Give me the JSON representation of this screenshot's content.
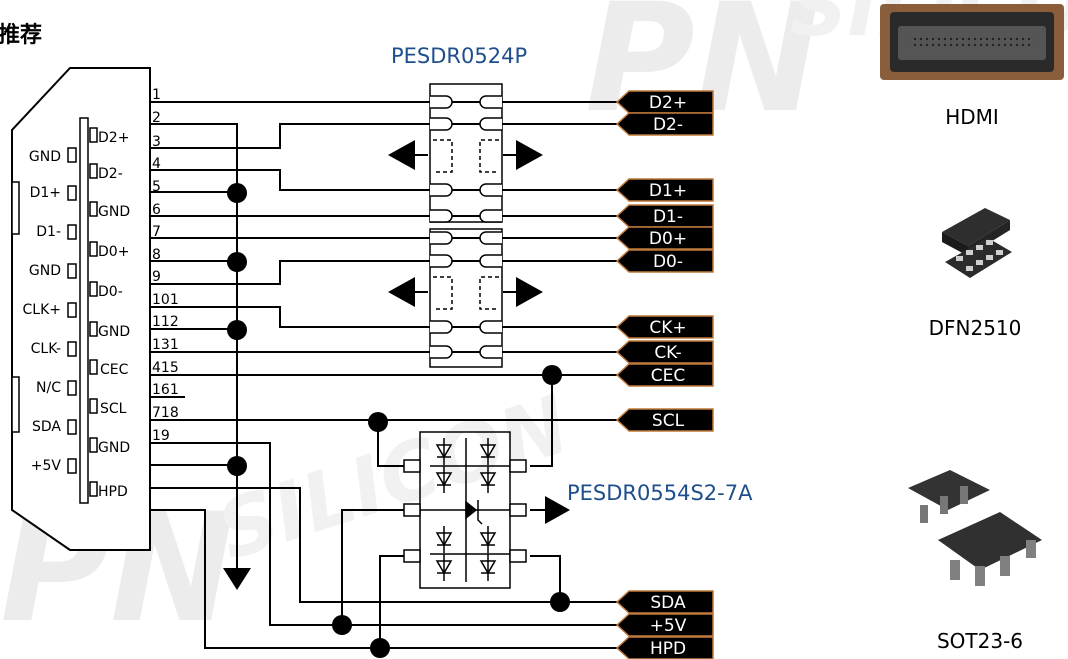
{
  "heading": "推荐",
  "watermarks": [
    "PN",
    "SILICON",
    "PN",
    "SILICON"
  ],
  "connector": {
    "left_labels": [
      "GND",
      "D1+",
      "D1-",
      "GND",
      "CLK+",
      "CLK-",
      "N/C",
      "SDA",
      "+5V"
    ],
    "right_labels": [
      "D2+",
      "D2-",
      "GND",
      "D0+",
      "D0-",
      "GND",
      "CEC",
      "SCL",
      "GND",
      "HPD"
    ],
    "pin_numbers": [
      "1",
      "2",
      "3",
      "4",
      "5",
      "6",
      "7",
      "8",
      "9",
      "101",
      "112",
      "131",
      "415",
      "161",
      "718",
      "19"
    ]
  },
  "chips": {
    "top": "PESDR0524P",
    "bottom": "PESDR0554S2-7A"
  },
  "signals": [
    "D2+",
    "D2-",
    "D1+",
    "D1-",
    "D0+",
    "D0-",
    "CK+",
    "CK-",
    "CEC",
    "SCL",
    "SDA",
    "+5V",
    "HPD"
  ],
  "packages": [
    "HDMI",
    "DFN2510",
    "SOT23-6"
  ],
  "colors": {
    "tag_fill": "#000000",
    "tag_border": "#c07a3a",
    "chip_title": "#1f4e8c",
    "wire": "#000000"
  }
}
